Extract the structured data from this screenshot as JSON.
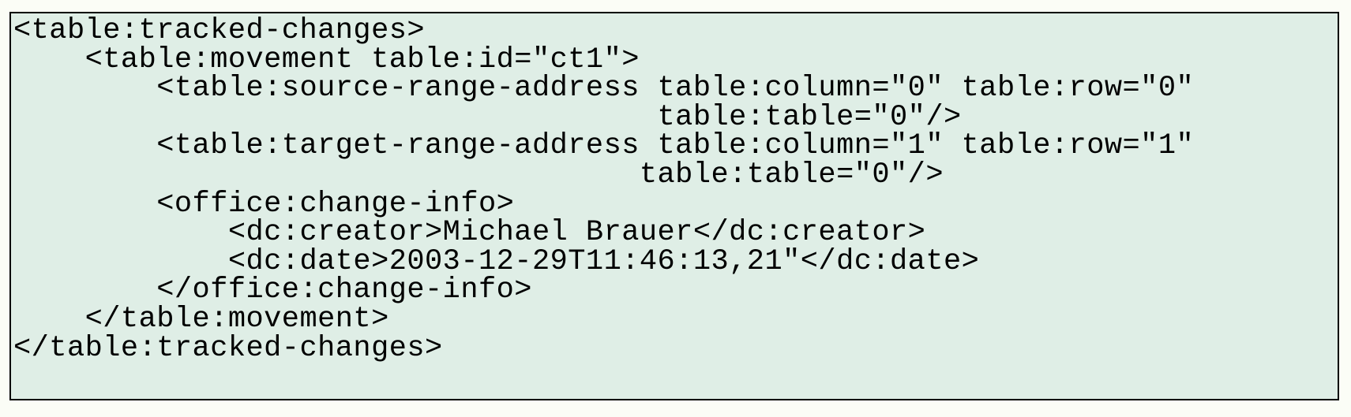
{
  "page": {
    "background_color": "#fbfdf6"
  },
  "code_block": {
    "kind": "xml-example-listing",
    "background_color": "#dfeee6",
    "border_color": "#000000",
    "text_color": "#000000",
    "lines": [
      "<table:tracked-changes>",
      "    <table:movement table:id=\"ct1\">",
      "        <table:source-range-address table:column=\"0\" table:row=\"0\"",
      "                                    table:table=\"0\"/>",
      "        <table:target-range-address table:column=\"1\" table:row=\"1\"",
      "                                   table:table=\"0\"/>",
      "        <office:change-info>",
      "            <dc:creator>Michael Brauer</dc:creator>",
      "            <dc:date>2003-12-29T11:46:13,21\"</dc:date>",
      "        </office:change-info>",
      "    </table:movement>",
      "</table:tracked-changes>"
    ]
  }
}
